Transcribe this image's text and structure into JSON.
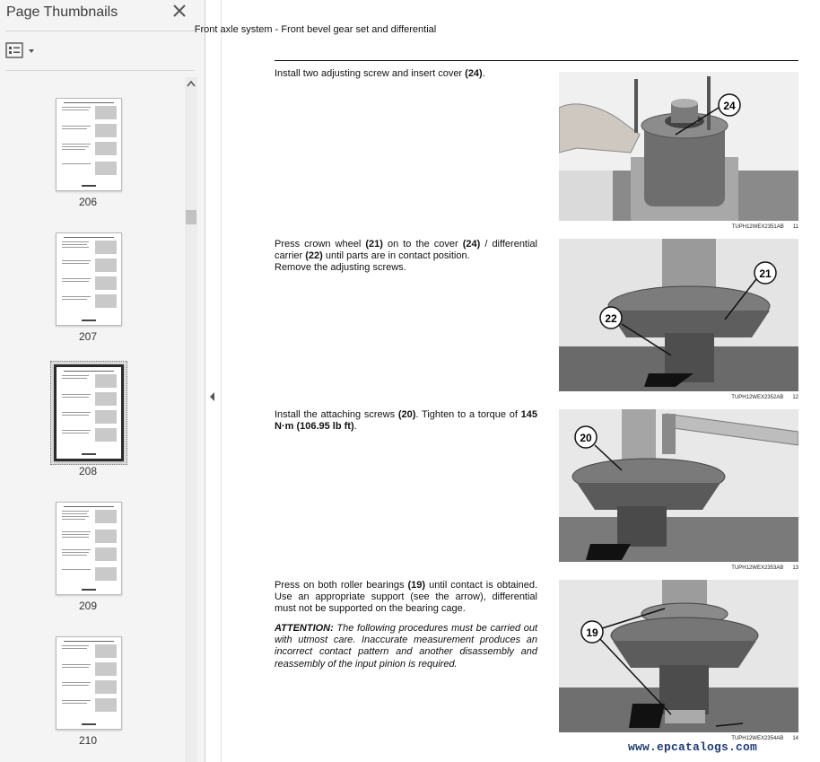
{
  "sidebar": {
    "title": "Page Thumbnails",
    "close_icon": "close-icon",
    "options_icon": "thumbnail-options-icon",
    "thumbnails": [
      {
        "page": "206"
      },
      {
        "page": "207"
      },
      {
        "page": "208",
        "selected": true
      },
      {
        "page": "209"
      },
      {
        "page": "210"
      }
    ]
  },
  "document": {
    "header": "Front axle system - Front bevel gear set and differential",
    "steps": [
      {
        "text_parts": [
          "Install two adjusting screw and insert cover ",
          "(24)",
          "."
        ],
        "callouts": [
          "24"
        ],
        "caption": "TUPH12WEX2351AB",
        "figure": "11"
      },
      {
        "text_parts": [
          "Press crown wheel ",
          "(21)",
          " on to the cover ",
          "(24)",
          " / differential carrier ",
          "(22)",
          " until parts are in contact position."
        ],
        "text_line2": "Remove the adjusting screws.",
        "callouts": [
          "21",
          "22"
        ],
        "caption": "TUPH12WEX2352AB",
        "figure": "12"
      },
      {
        "text_parts": [
          "Install the attaching screws ",
          "(20)",
          ".  Tighten to a torque of ",
          "145 N·m (106.95 lb ft)",
          "."
        ],
        "callouts": [
          "20"
        ],
        "caption": "TUPH12WEX2353AB",
        "figure": "13"
      },
      {
        "text": "Press on both roller bearings (19) until contact is obtained. Use an appropriate support (see the arrow), differential must not be supported on the bearing cage.",
        "bold_ref": "(19)",
        "attention_label": "ATTENTION:",
        "attention_text": " The following procedures must be carried out with utmost care.  Inaccurate measurement produces an incorrect contact pattern and another disassembly and reassembly of the input pinion is required.",
        "callouts": [
          "19"
        ],
        "caption": "TUPH12WEX2354AB",
        "figure": "14"
      }
    ],
    "watermark": "www.epcatalogs.com"
  },
  "colors": {
    "sidebar_bg": "#f4f4f4",
    "watermark": "#1f3c73",
    "text": "#111111"
  }
}
